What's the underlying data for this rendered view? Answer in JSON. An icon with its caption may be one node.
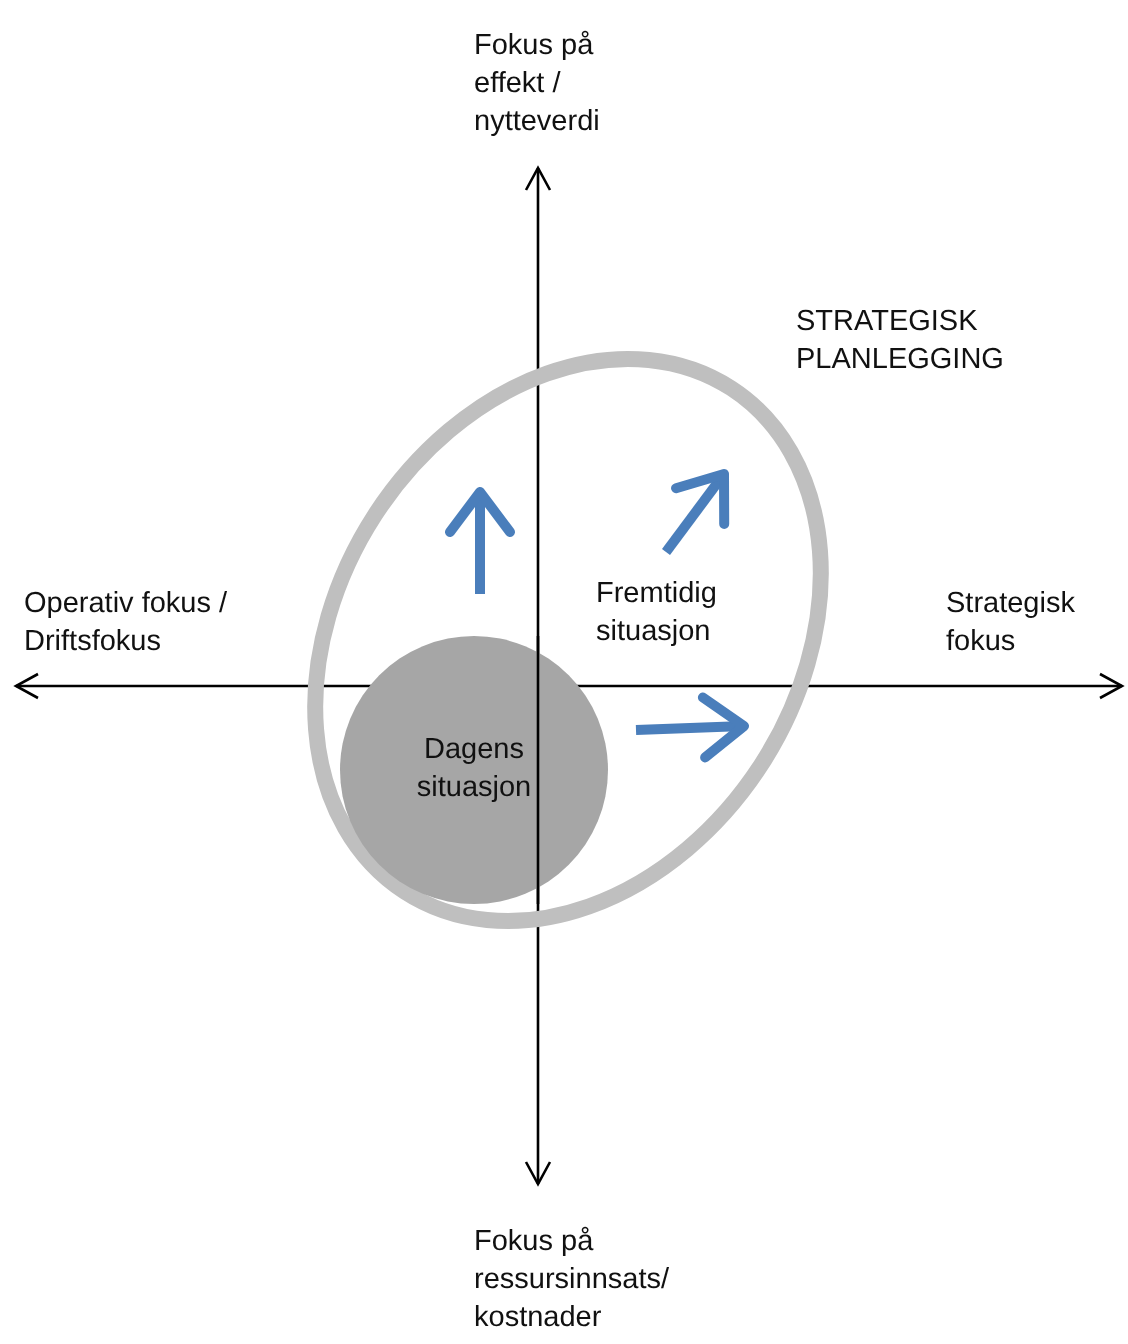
{
  "diagram": {
    "nodes": [
      {
        "text": [
          "STRATEGISK PLANLEGGING",
          "Fremtidig situasjon"
        ]
      },
      {
        "text": [
          "Dagens situasjon"
        ],
        "in": 0
      }
    ],
    "labels": [
      "Fokus på effekt / nytteverdi",
      "Operativ fokus / Driftsfokus",
      "Strategisk fokus",
      "Fokus på ressursinnsats/ kostnader"
    ]
  }
}
